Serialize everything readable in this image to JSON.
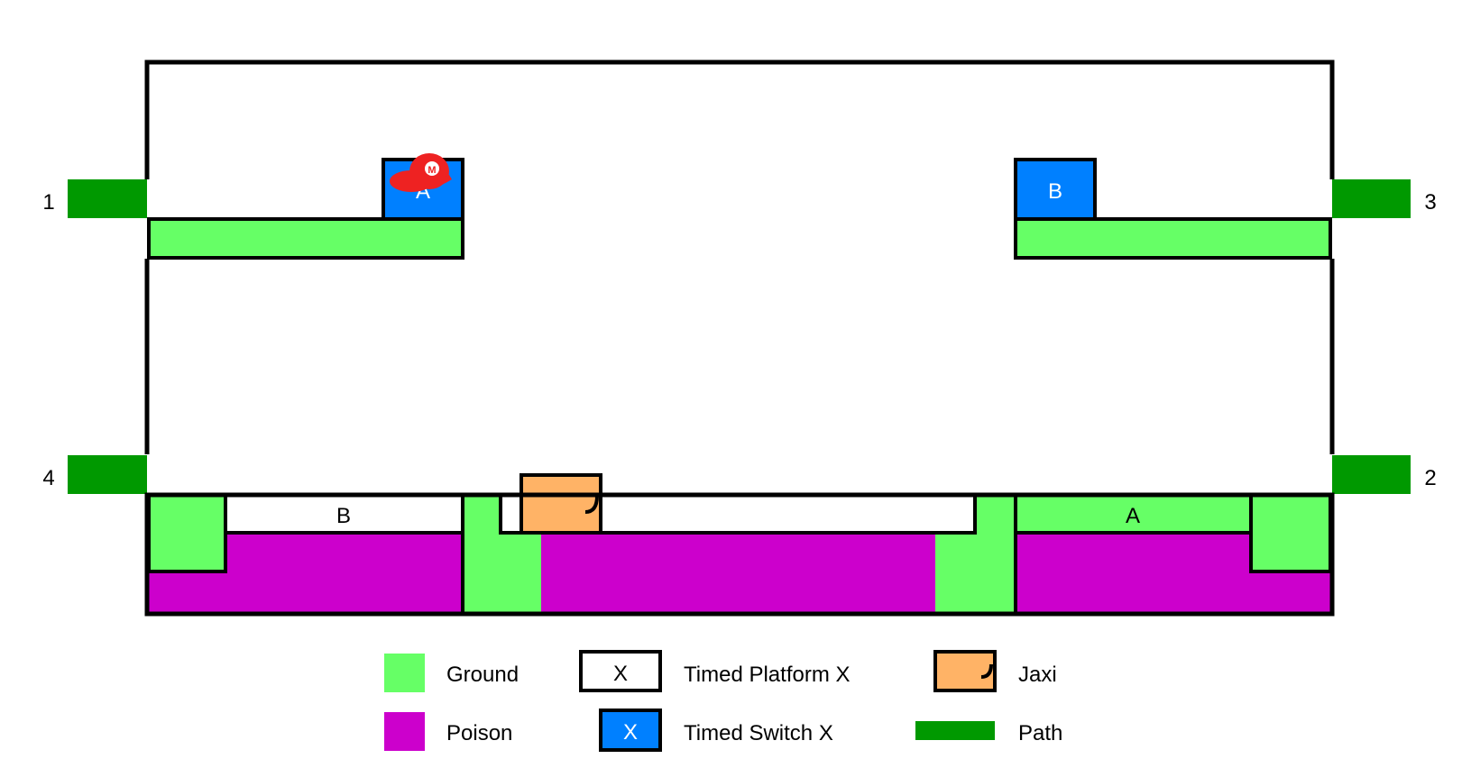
{
  "colors": {
    "ground": "#66ff66",
    "poison": "#cc00cc",
    "timed_platform": "#ffffff",
    "timed_switch": "#0080ff",
    "jaxi": "#ffb366",
    "path": "#009900",
    "outline": "#000000",
    "cap": "#ee2222"
  },
  "exits": {
    "exit_1": "1",
    "exit_2": "2",
    "exit_3": "3",
    "exit_4": "4"
  },
  "switches": {
    "switch_a": "A",
    "switch_b": "B"
  },
  "timed_platforms": {
    "platform_b": "B",
    "platform_a": "A"
  },
  "player_marker": {
    "icon": "mario-cap-icon",
    "letter": "M"
  },
  "legend": {
    "ground": "Ground",
    "poison": "Poison",
    "timed_platform_symbol": "X",
    "timed_platform": "Timed Platform X",
    "timed_switch_symbol": "X",
    "timed_switch": "Timed Switch X",
    "jaxi": "Jaxi",
    "path": "Path"
  }
}
